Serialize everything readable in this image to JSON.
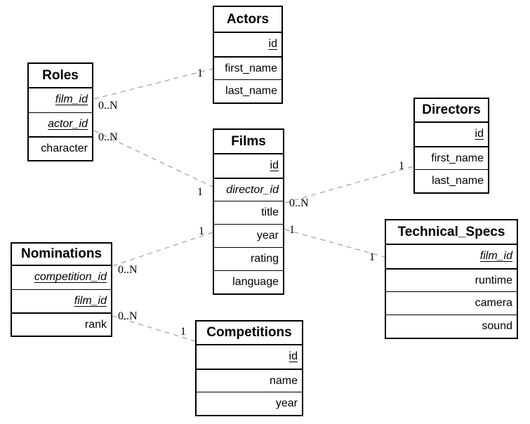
{
  "diagram": {
    "entities": [
      {
        "id": "actors",
        "name": "Actors",
        "fields": [
          {
            "name": "id",
            "pk": true,
            "fk": false
          },
          {
            "name": "first_name",
            "pk": false,
            "fk": false
          },
          {
            "name": "last_name",
            "pk": false,
            "fk": false
          }
        ]
      },
      {
        "id": "roles",
        "name": "Roles",
        "fields": [
          {
            "name": "film_id",
            "pk": true,
            "fk": true
          },
          {
            "name": "actor_id",
            "pk": true,
            "fk": true
          },
          {
            "name": "character",
            "pk": false,
            "fk": false
          }
        ]
      },
      {
        "id": "films",
        "name": "Films",
        "fields": [
          {
            "name": "id",
            "pk": true,
            "fk": false
          },
          {
            "name": "director_id",
            "pk": false,
            "fk": true
          },
          {
            "name": "title",
            "pk": false,
            "fk": false
          },
          {
            "name": "year",
            "pk": false,
            "fk": false
          },
          {
            "name": "rating",
            "pk": false,
            "fk": false
          },
          {
            "name": "language",
            "pk": false,
            "fk": false
          }
        ]
      },
      {
        "id": "directors",
        "name": "Directors",
        "fields": [
          {
            "name": "id",
            "pk": true,
            "fk": false
          },
          {
            "name": "first_name",
            "pk": false,
            "fk": false
          },
          {
            "name": "last_name",
            "pk": false,
            "fk": false
          }
        ]
      },
      {
        "id": "nominations",
        "name": "Nominations",
        "fields": [
          {
            "name": "competition_id",
            "pk": true,
            "fk": true
          },
          {
            "name": "film_id",
            "pk": true,
            "fk": true
          },
          {
            "name": "rank",
            "pk": false,
            "fk": false
          }
        ]
      },
      {
        "id": "technical_specs",
        "name": "Technical_Specs",
        "fields": [
          {
            "name": "film_id",
            "pk": true,
            "fk": true
          },
          {
            "name": "runtime",
            "pk": false,
            "fk": false
          },
          {
            "name": "camera",
            "pk": false,
            "fk": false
          },
          {
            "name": "sound",
            "pk": false,
            "fk": false
          }
        ]
      },
      {
        "id": "competitions",
        "name": "Competitions",
        "fields": [
          {
            "name": "id",
            "pk": true,
            "fk": false
          },
          {
            "name": "name",
            "pk": false,
            "fk": false
          },
          {
            "name": "year",
            "pk": false,
            "fk": false
          }
        ]
      }
    ],
    "connections": [
      {
        "from": "roles",
        "to": "actors",
        "from_card": "0..N",
        "to_card": "1"
      },
      {
        "from": "roles",
        "to": "films",
        "from_card": "0..N",
        "to_card": "1"
      },
      {
        "from": "films",
        "to": "directors",
        "from_card": "0..N",
        "to_card": "1"
      },
      {
        "from": "films",
        "to": "technical_specs",
        "from_card": "1",
        "to_card": "1"
      },
      {
        "from": "films",
        "to": "nominations",
        "from_card": "1",
        "to_card": "0..N"
      },
      {
        "from": "nominations",
        "to": "competitions",
        "from_card": "0..N",
        "to_card": "1"
      }
    ],
    "colors": {
      "border": "#000000",
      "text": "#000000",
      "background": "#ffffff",
      "relationship_line": "#8f8f8f"
    }
  }
}
